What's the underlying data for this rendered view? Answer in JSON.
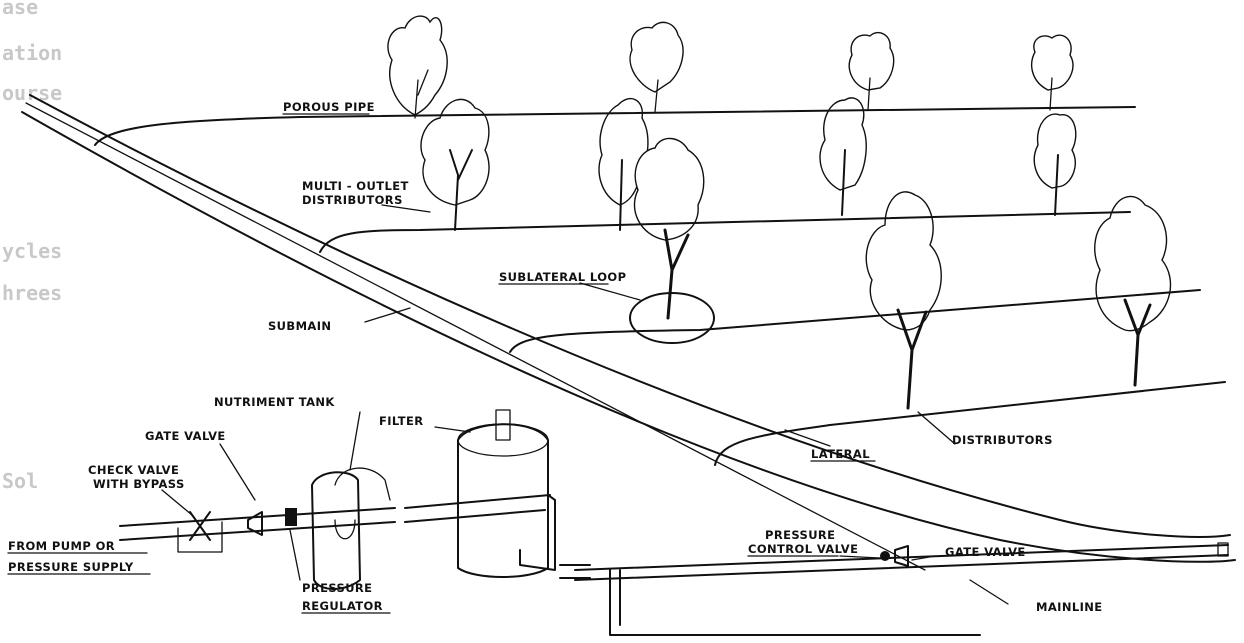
{
  "labels": {
    "porous_pipe": "POROUS PIPE",
    "multi_outlet_1": "MULTI - OUTLET",
    "multi_outlet_2": "DISTRIBUTORS",
    "sublateral_loop": "SUBLATERAL LOOP",
    "submain": "SUBMAIN",
    "nutriment_tank": "NUTRIMENT TANK",
    "filter": "FILTER",
    "gate_valve_left": "GATE VALVE",
    "check_valve_1": "CHECK VALVE",
    "check_valve_2": "WITH BYPASS",
    "from_pump_1": "FROM PUMP OR",
    "from_pump_2": "PRESSURE SUPPLY",
    "pressure_regulator_1": "PRESSURE",
    "pressure_regulator_2": "REGULATOR",
    "pressure_control_1": "PRESSURE",
    "pressure_control_2": "CONTROL VALVE",
    "gate_valve_right": "GATE VALVE",
    "lateral": "LATERAL",
    "distributors": "DISTRIBUTORS",
    "mainline": "MAINLINE"
  },
  "bleed_through": [
    "ase",
    "ation",
    "ourse",
    "ycles",
    "hrees",
    "Sol"
  ],
  "colors": {
    "ink": "#111111",
    "paper": "#ffffff",
    "bleed": "#c8c8c8"
  }
}
